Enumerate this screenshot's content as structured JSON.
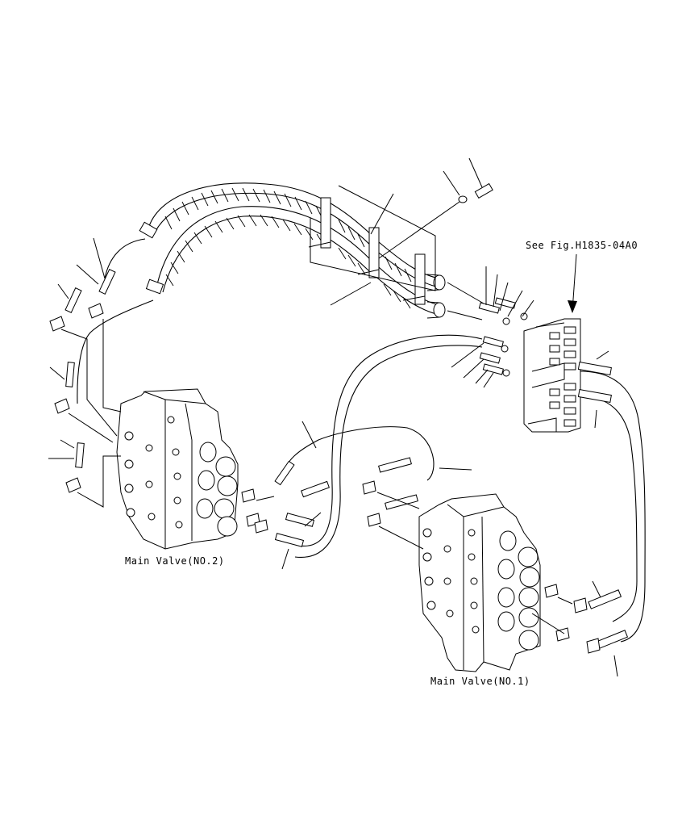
{
  "labels": {
    "see_fig": "See Fig.H1835-04A0",
    "main_valve_no2": "Main Valve(NO.2)",
    "main_valve_no1": "Main Valve(NO.1)"
  }
}
